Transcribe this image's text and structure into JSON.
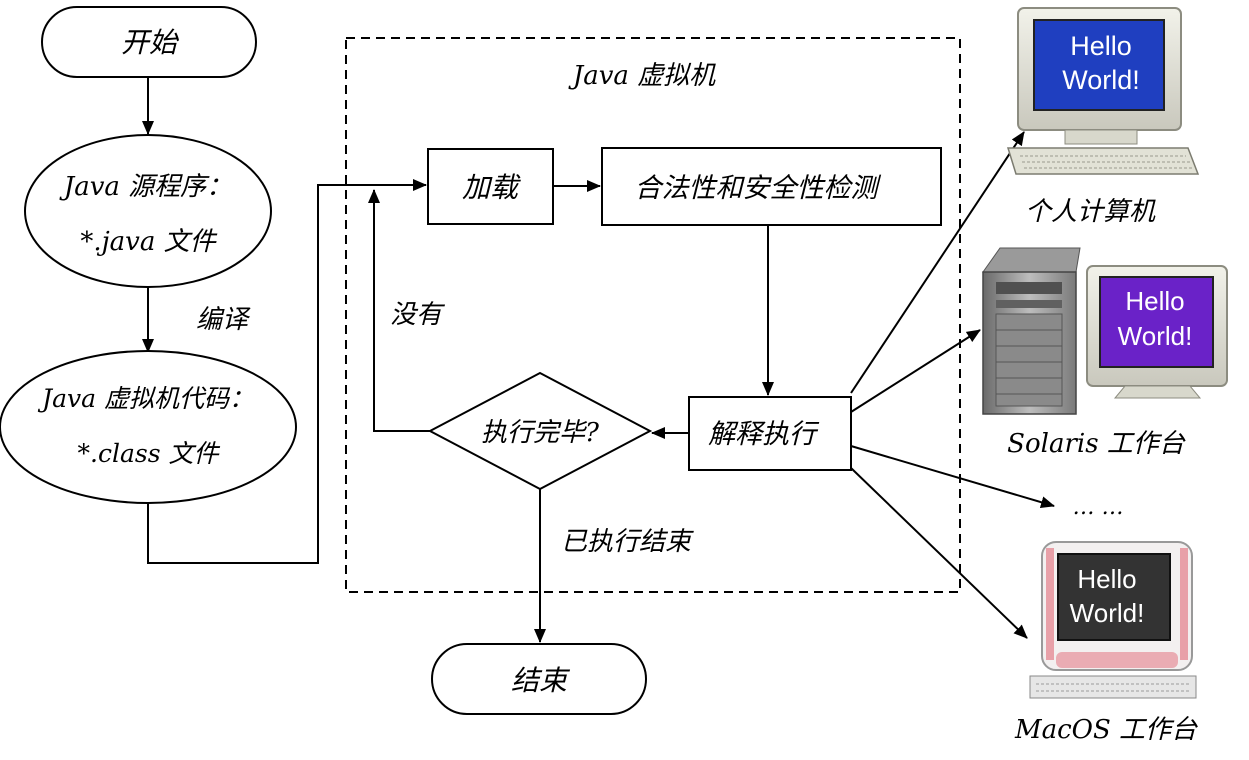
{
  "diagram": {
    "start": "开始",
    "source_line1": "Java 源程序：",
    "source_line2": "*.java 文件",
    "compile": "编译",
    "bytecode_line1": "Java 虚拟机代码：",
    "bytecode_line2": "*.class 文件",
    "jvm_title": "Java 虚拟机",
    "load": "加载",
    "verify": "合法性和安全性检测",
    "interpret": "解释执行",
    "done_question": "执行完毕?",
    "no_label": "没有",
    "yes_label": "已执行结束",
    "end": "结束",
    "pc_label": "个人计算机",
    "solaris_label": "Solaris 工作台",
    "ellipsis": "… …",
    "mac_label": "MacOS 工作台",
    "hello_line1": "Hello",
    "hello_line2": "World!"
  },
  "colors": {
    "pc_screen": "#1f3fc0",
    "solaris_screen": "#6a22c8",
    "mac_screen": "#333333",
    "mac_frame": "#e8a0a8"
  }
}
